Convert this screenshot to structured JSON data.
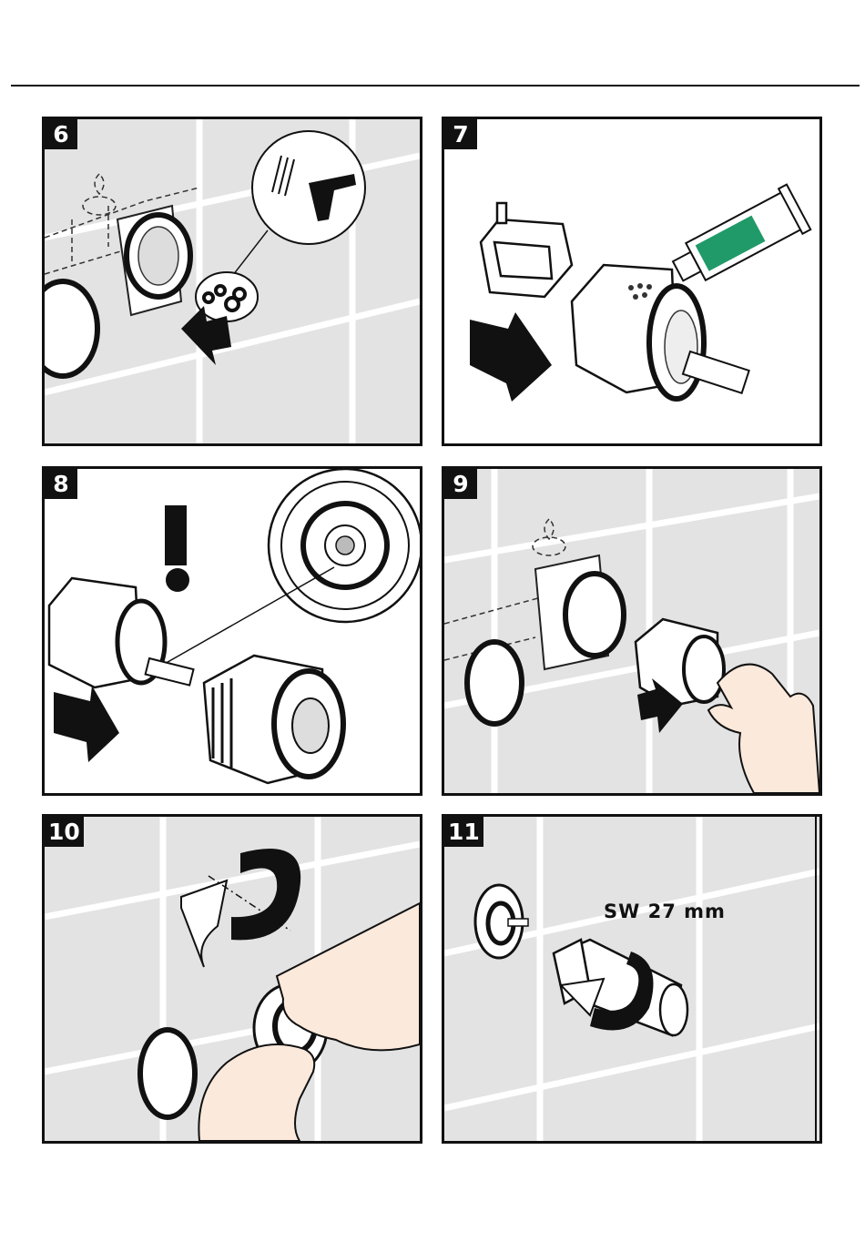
{
  "steps": [
    {
      "number": "6"
    },
    {
      "number": "7"
    },
    {
      "number": "8"
    },
    {
      "number": "9"
    },
    {
      "number": "10"
    },
    {
      "number": "11",
      "label": "SW 27 mm"
    }
  ],
  "colors": {
    "tile": "#e3e3e3",
    "grout": "#ffffff",
    "ink": "#111111",
    "skin": "#fbe9dc",
    "tube_green": "#1f9a68"
  },
  "icons": [
    "arrow-icon",
    "rotate-arrow-icon",
    "exclamation-icon",
    "hand-icon",
    "grease-tube-icon",
    "valve-cartridge-icon",
    "magnifier-callout-icon"
  ]
}
